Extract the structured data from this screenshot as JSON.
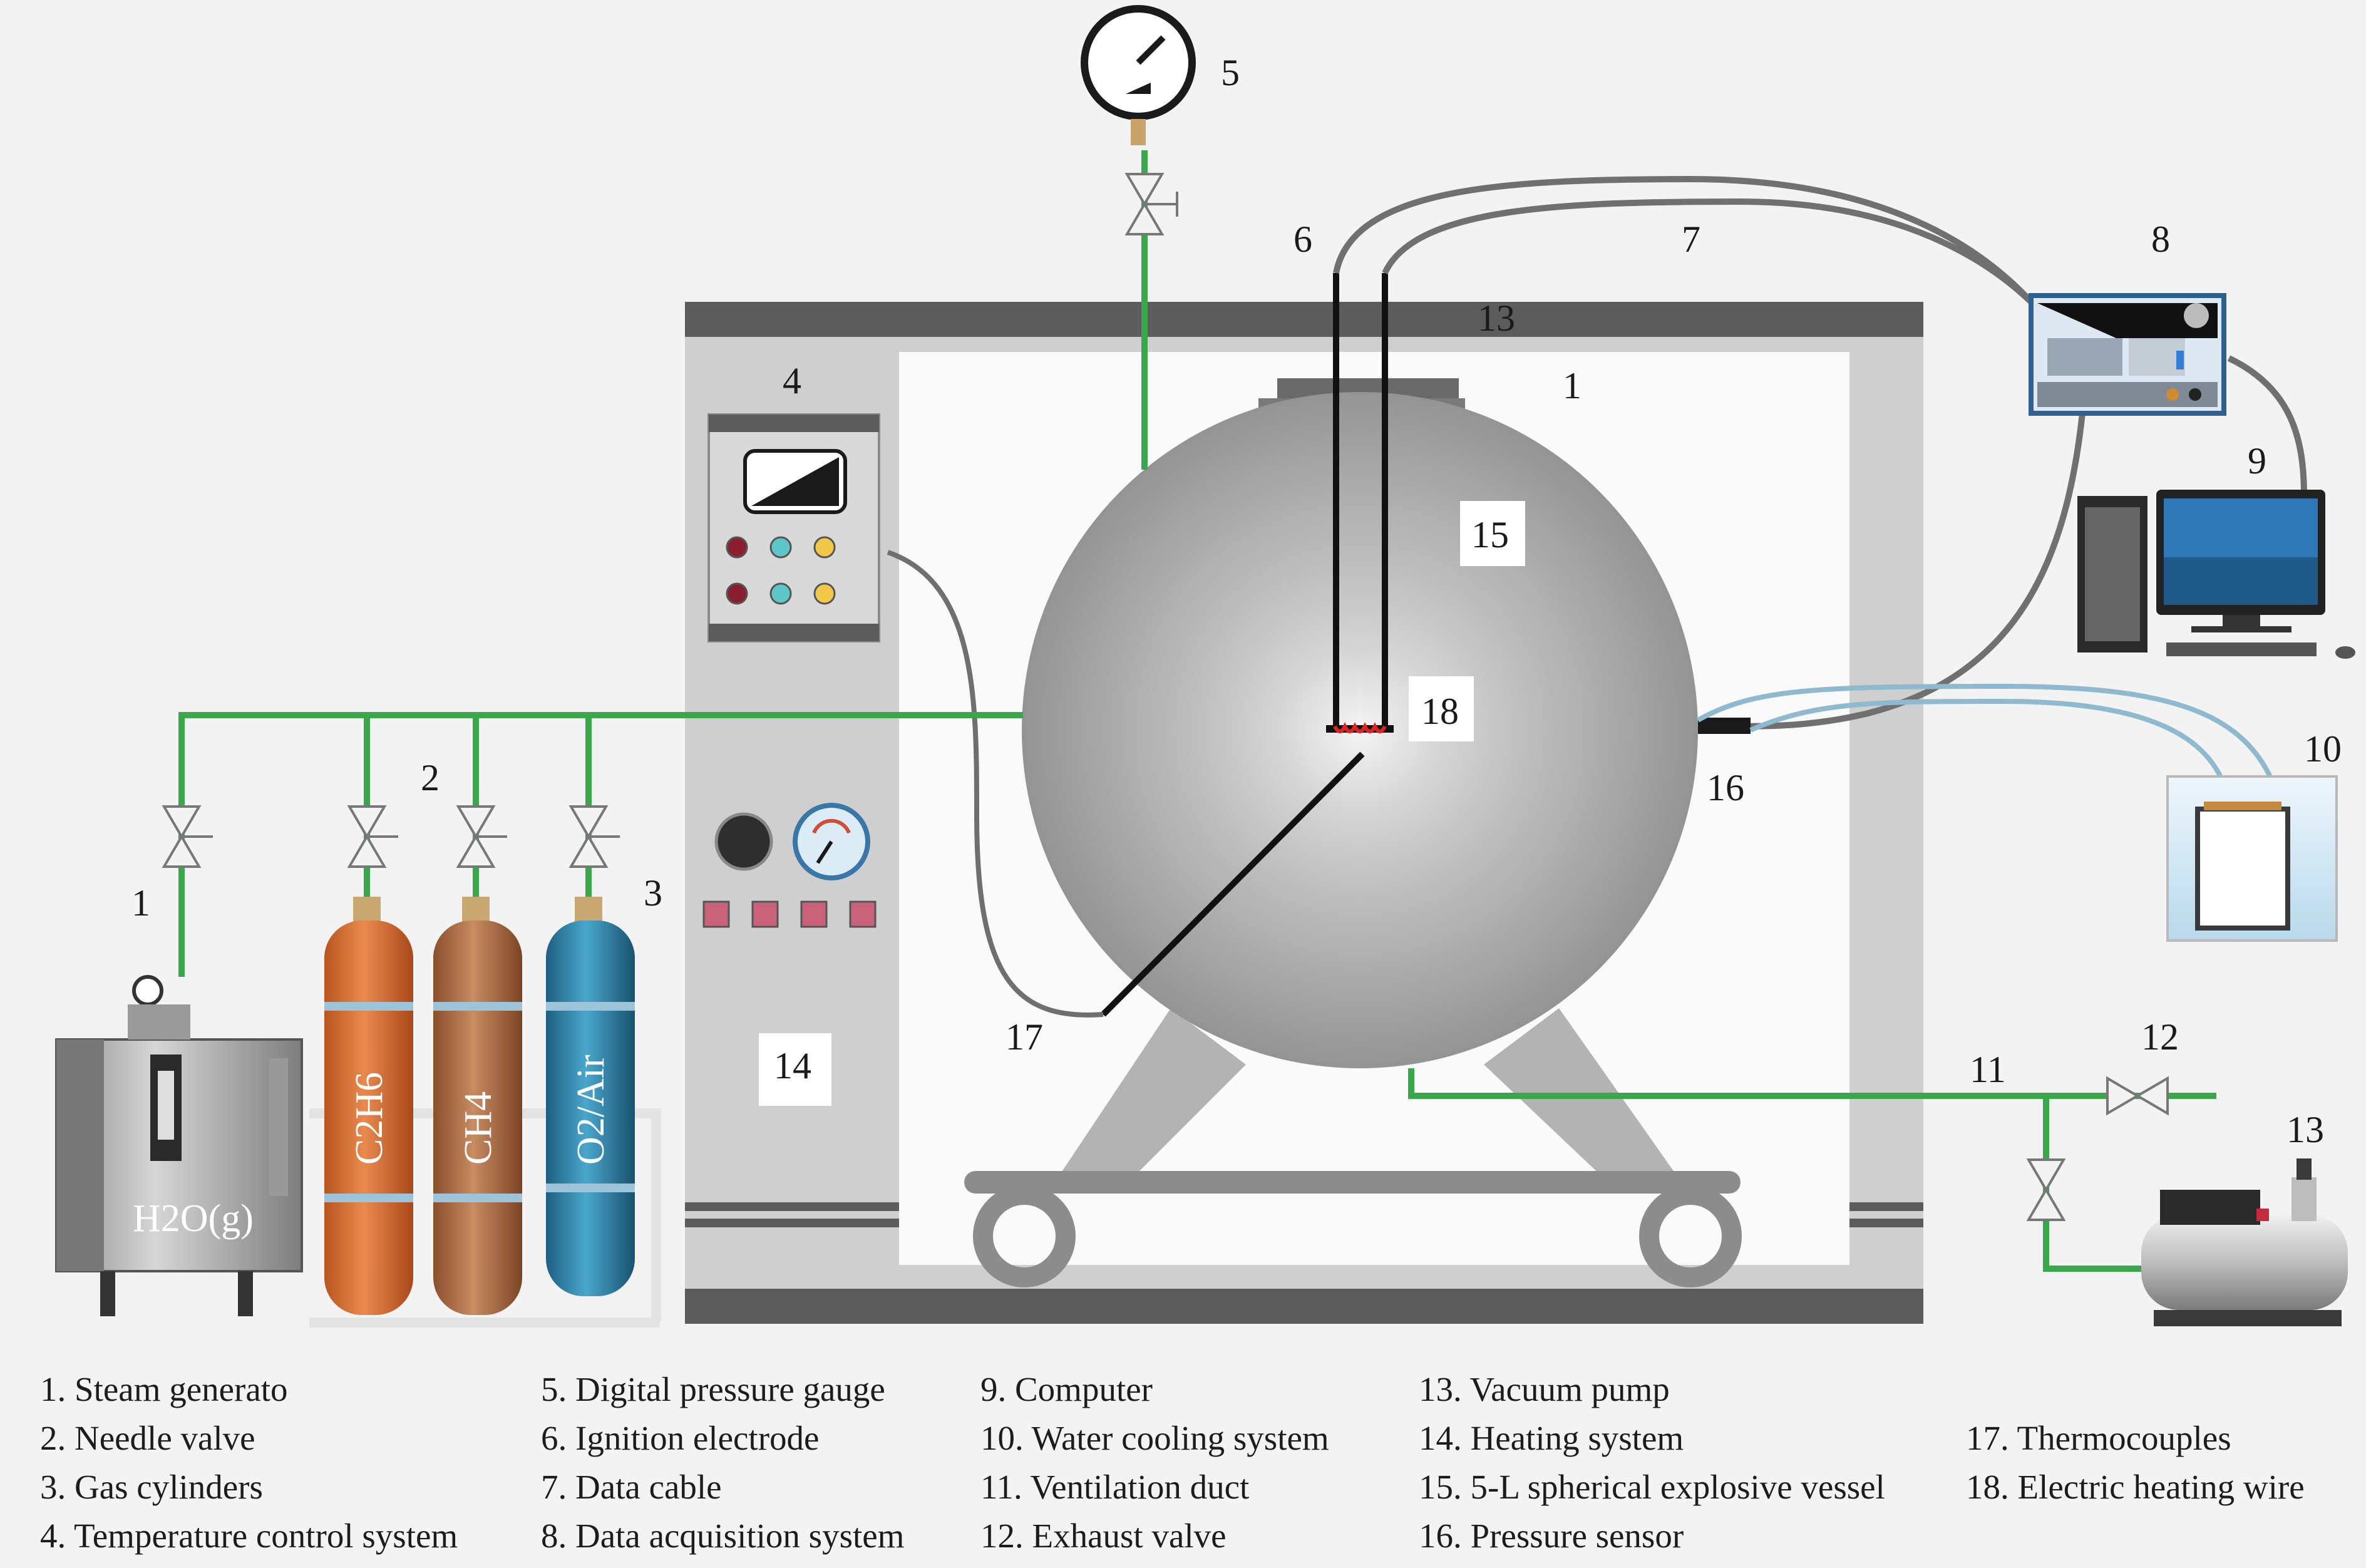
{
  "diagram": {
    "components": {
      "steam_generator": {
        "number": "1",
        "label": "H2O(g)"
      },
      "needle_valve": {
        "number": "2"
      },
      "gas_cylinders": {
        "number": "3",
        "cylinders": [
          {
            "label": "C2H6",
            "color": "#cf6a34"
          },
          {
            "label": "CH4",
            "color": "#a5663f"
          },
          {
            "label": "O2/Air",
            "color": "#2f7fa4"
          }
        ]
      },
      "temperature_control": {
        "number": "4"
      },
      "pressure_gauge": {
        "number": "5"
      },
      "ignition_electrode": {
        "number": "6"
      },
      "data_cable": {
        "number": "7"
      },
      "data_acquisition": {
        "number": "8"
      },
      "computer": {
        "number": "9"
      },
      "water_cooling": {
        "number": "10"
      },
      "ventilation_duct": {
        "number": "11"
      },
      "exhaust_valve": {
        "number": "12"
      },
      "vacuum_pump": {
        "number": "13"
      },
      "heating_system": {
        "number": "14"
      },
      "spherical_vessel": {
        "number": "15"
      },
      "pressure_sensor": {
        "number": "16"
      },
      "thermocouples": {
        "number": "17"
      },
      "heating_wire": {
        "number": "18"
      },
      "frame": {
        "number": "1",
        "number_top": "13"
      }
    },
    "colors": {
      "pipe": "#3aa84a",
      "cable": "#707070",
      "frame": "#5a5a5a",
      "vessel": "#9a9a9a",
      "water_tube": "#8fb9cf"
    }
  },
  "legend": {
    "columns": [
      [
        "1. Steam generato",
        "2. Needle valve",
        "3. Gas cylinders",
        "4. Temperature control system"
      ],
      [
        "5. Digital pressure gauge",
        "6. Ignition electrode",
        "7. Data cable",
        "8. Data acquisition system"
      ],
      [
        "9. Computer",
        "10. Water cooling system",
        "11. Ventilation duct",
        "12. Exhaust valve"
      ],
      [
        "13. Vacuum pump",
        "14. Heating system",
        "15. 5-L spherical explosive vessel",
        "16. Pressure sensor"
      ],
      [
        "17. Thermocouples",
        "18. Electric heating wire"
      ]
    ]
  }
}
